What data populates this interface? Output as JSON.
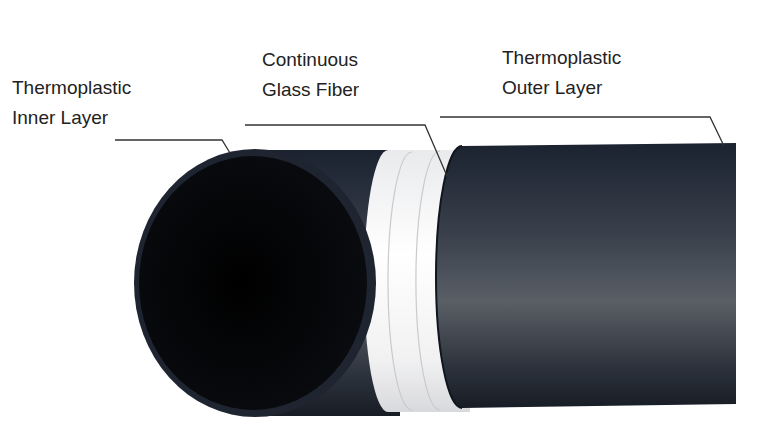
{
  "diagram": {
    "labels": [
      "Thermoplastic Inner Layer",
      "Continuous Glass Fiber",
      "Thermoplastic Outer Layer"
    ]
  }
}
